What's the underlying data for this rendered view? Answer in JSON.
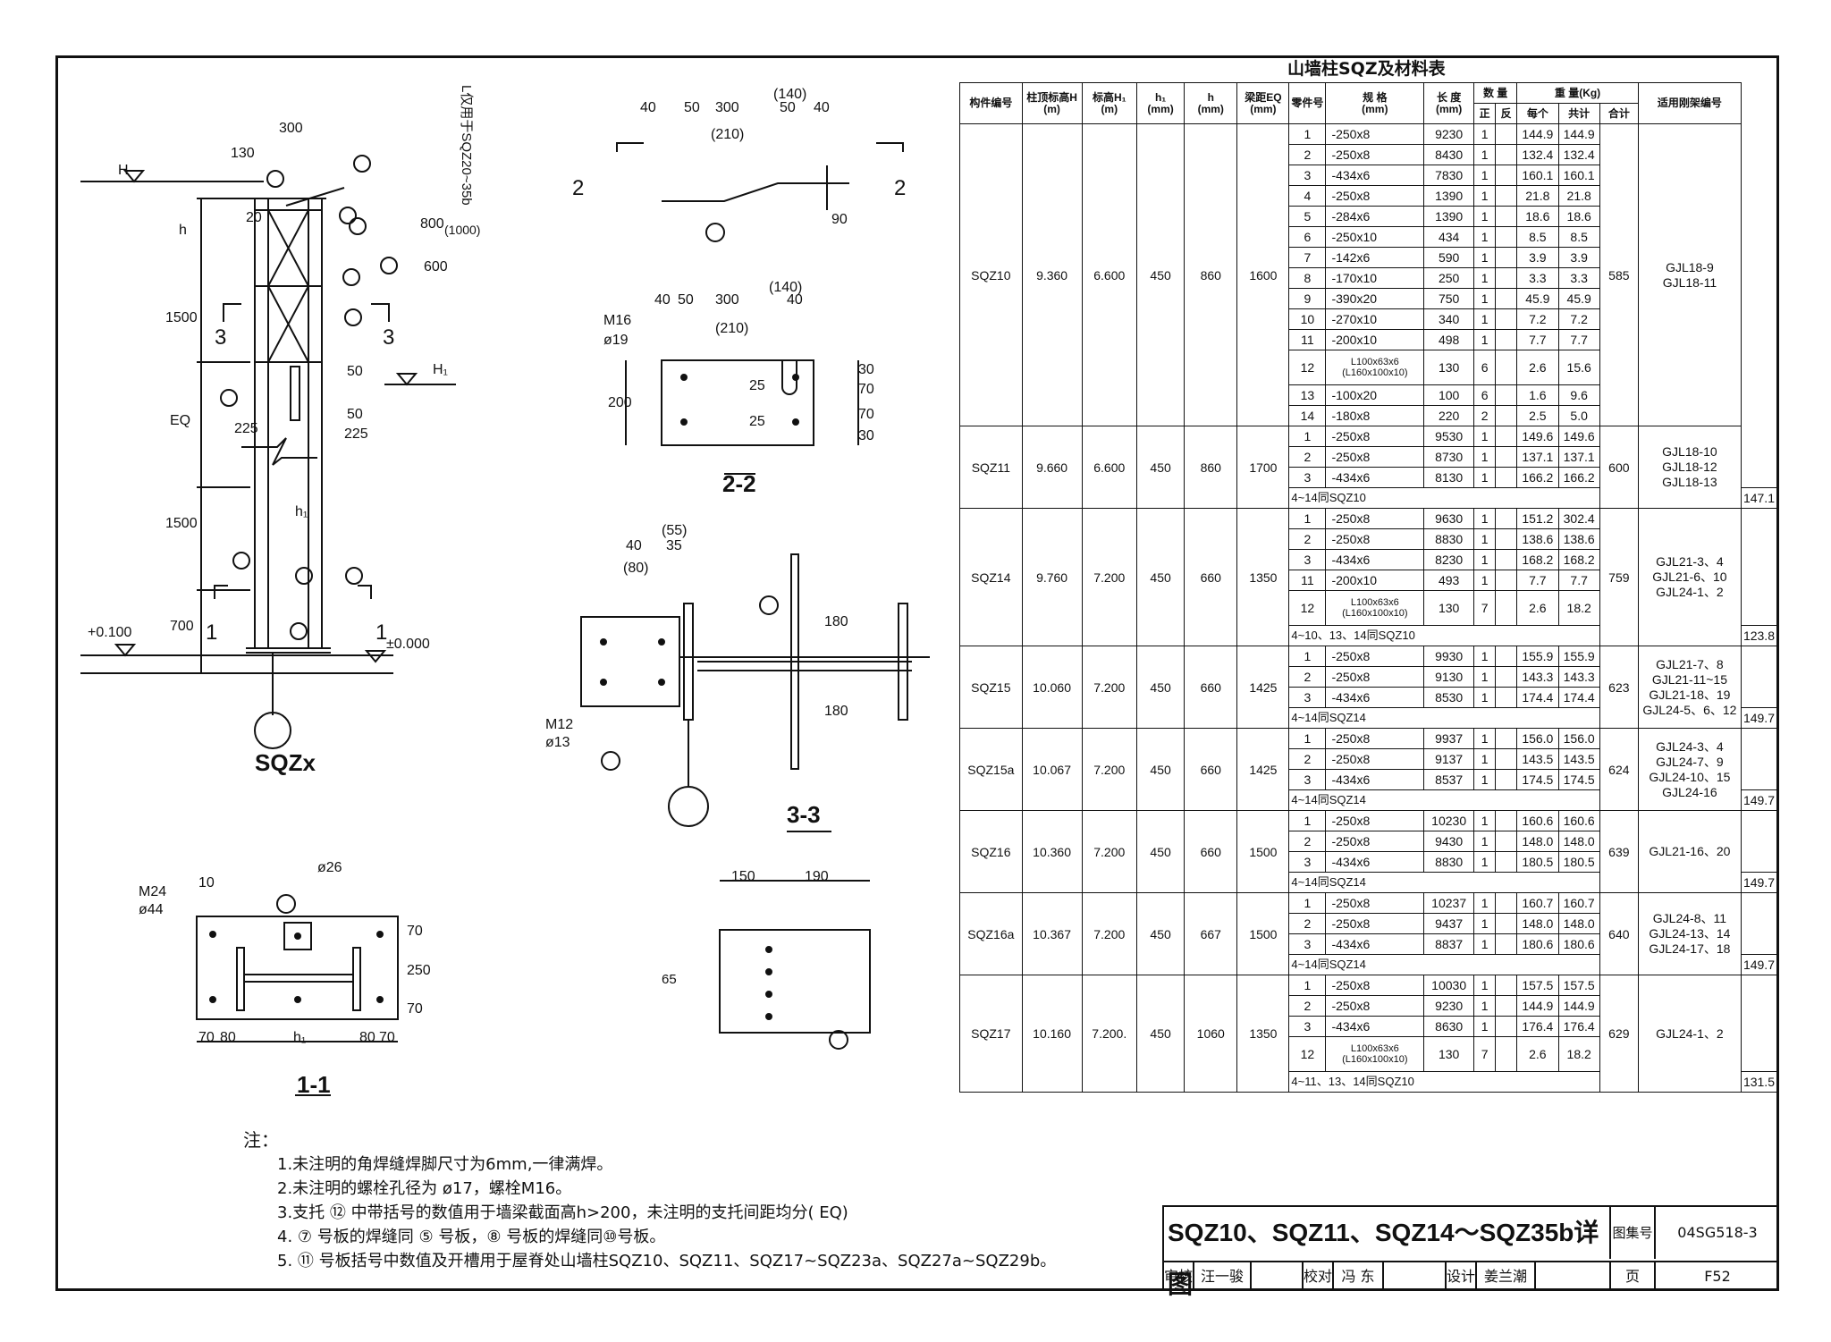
{
  "table": {
    "title": "山墙柱SQZ及材料表",
    "headers": {
      "member_no": "构件编号",
      "top_elev": "柱顶标高H",
      "top_elev_unit": "(m)",
      "h1_elev": "标高H₁",
      "h1_elev_unit": "(m)",
      "h1": "h₁",
      "h1_unit": "(mm)",
      "h": "h",
      "h_unit": "(mm)",
      "spacing": "梁距EQ",
      "spacing_unit": "(mm)",
      "part_no": "零件号",
      "spec": "规 格",
      "spec_unit": "(mm)",
      "length": "长 度",
      "length_unit": "(mm)",
      "qty": "数 量",
      "qty_pos": "正",
      "qty_neg": "反",
      "weight": "重 量(Kg)",
      "w_each": "每个",
      "w_total": "共计",
      "w_sum": "合计",
      "frame": "适用刚架编号"
    },
    "members": [
      {
        "id": "SQZ10",
        "H": "9.360",
        "H1": "6.600",
        "h1": "450",
        "h": "860",
        "eq": "1600",
        "sum": "585",
        "frames": [
          "GJL18-9",
          "GJL18-11"
        ],
        "rows": [
          {
            "no": "1",
            "spec": "-250x8",
            "len": "9230",
            "qty": "1",
            "each": "144.9",
            "total": "144.9"
          },
          {
            "no": "2",
            "spec": "-250x8",
            "len": "8430",
            "qty": "1",
            "each": "132.4",
            "total": "132.4"
          },
          {
            "no": "3",
            "spec": "-434x6",
            "len": "7830",
            "qty": "1",
            "each": "160.1",
            "total": "160.1"
          },
          {
            "no": "4",
            "spec": "-250x8",
            "len": "1390",
            "qty": "1",
            "each": "21.8",
            "total": "21.8"
          },
          {
            "no": "5",
            "spec": "-284x6",
            "len": "1390",
            "qty": "1",
            "each": "18.6",
            "total": "18.6"
          },
          {
            "no": "6",
            "spec": "-250x10",
            "len": "434",
            "qty": "1",
            "each": "8.5",
            "total": "8.5"
          },
          {
            "no": "7",
            "spec": "-142x6",
            "len": "590",
            "qty": "1",
            "each": "3.9",
            "total": "3.9"
          },
          {
            "no": "8",
            "spec": "-170x10",
            "len": "250",
            "qty": "1",
            "each": "3.3",
            "total": "3.3"
          },
          {
            "no": "9",
            "spec": "-390x20",
            "len": "750",
            "qty": "1",
            "each": "45.9",
            "total": "45.9"
          },
          {
            "no": "10",
            "spec": "-270x10",
            "len": "340",
            "qty": "1",
            "each": "7.2",
            "total": "7.2"
          },
          {
            "no": "11",
            "spec": "-200x10",
            "len": "498",
            "qty": "1",
            "each": "7.7",
            "total": "7.7"
          },
          {
            "no": "12",
            "spec": "L100x63x6",
            "spec2": "(L160x100x10)",
            "len": "130",
            "qty": "6",
            "each": "2.6",
            "total": "15.6"
          },
          {
            "no": "13",
            "spec": "-100x20",
            "len": "100",
            "qty": "6",
            "each": "1.6",
            "total": "9.6"
          },
          {
            "no": "14",
            "spec": "-180x8",
            "len": "220",
            "qty": "2",
            "each": "2.5",
            "total": "5.0"
          }
        ]
      },
      {
        "id": "SQZ11",
        "H": "9.660",
        "H1": "6.600",
        "h1": "450",
        "h": "860",
        "eq": "1700",
        "sum": "600",
        "frames": [
          "GJL18-10",
          "GJL18-12",
          "GJL18-13"
        ],
        "rows": [
          {
            "no": "1",
            "spec": "-250x8",
            "len": "9530",
            "qty": "1",
            "each": "149.6",
            "total": "149.6"
          },
          {
            "no": "2",
            "spec": "-250x8",
            "len": "8730",
            "qty": "1",
            "each": "137.1",
            "total": "137.1"
          },
          {
            "no": "3",
            "spec": "-434x6",
            "len": "8130",
            "qty": "1",
            "each": "166.2",
            "total": "166.2"
          }
        ],
        "note": "4~14同SQZ10",
        "note_total": "147.1"
      },
      {
        "id": "SQZ14",
        "H": "9.760",
        "H1": "7.200",
        "h1": "450",
        "h": "660",
        "eq": "1350",
        "sum": "759",
        "frames": [
          "GJL21-3、4",
          "GJL21-6、10",
          "GJL24-1、2"
        ],
        "rows": [
          {
            "no": "1",
            "spec": "-250x8",
            "len": "9630",
            "qty": "1",
            "each": "151.2",
            "total": "302.4"
          },
          {
            "no": "2",
            "spec": "-250x8",
            "len": "8830",
            "qty": "1",
            "each": "138.6",
            "total": "138.6"
          },
          {
            "no": "3",
            "spec": "-434x6",
            "len": "8230",
            "qty": "1",
            "each": "168.2",
            "total": "168.2"
          },
          {
            "no": "11",
            "spec": "-200x10",
            "len": "493",
            "qty": "1",
            "each": "7.7",
            "total": "7.7"
          },
          {
            "no": "12",
            "spec": "L100x63x6",
            "spec2": "(L160x100x10)",
            "len": "130",
            "qty": "7",
            "each": "2.6",
            "total": "18.2"
          }
        ],
        "note": "4~10、13、14同SQZ10",
        "note_total": "123.8"
      },
      {
        "id": "SQZ15",
        "H": "10.060",
        "H1": "7.200",
        "h1": "450",
        "h": "660",
        "eq": "1425",
        "sum": "623",
        "frames": [
          "GJL21-7、8",
          "GJL21-11~15",
          "GJL21-18、19",
          "GJL24-5、6、12"
        ],
        "rows": [
          {
            "no": "1",
            "spec": "-250x8",
            "len": "9930",
            "qty": "1",
            "each": "155.9",
            "total": "155.9"
          },
          {
            "no": "2",
            "spec": "-250x8",
            "len": "9130",
            "qty": "1",
            "each": "143.3",
            "total": "143.3"
          },
          {
            "no": "3",
            "spec": "-434x6",
            "len": "8530",
            "qty": "1",
            "each": "174.4",
            "total": "174.4"
          }
        ],
        "note": "4~14同SQZ14",
        "note_total": "149.7"
      },
      {
        "id": "SQZ15a",
        "H": "10.067",
        "H1": "7.200",
        "h1": "450",
        "h": "660",
        "eq": "1425",
        "sum": "624",
        "frames": [
          "GJL24-3、4",
          "GJL24-7、9",
          "GJL24-10、15",
          "GJL24-16"
        ],
        "rows": [
          {
            "no": "1",
            "spec": "-250x8",
            "len": "9937",
            "qty": "1",
            "each": "156.0",
            "total": "156.0"
          },
          {
            "no": "2",
            "spec": "-250x8",
            "len": "9137",
            "qty": "1",
            "each": "143.5",
            "total": "143.5"
          },
          {
            "no": "3",
            "spec": "-434x6",
            "len": "8537",
            "qty": "1",
            "each": "174.5",
            "total": "174.5"
          }
        ],
        "note": "4~14同SQZ14",
        "note_total": "149.7"
      },
      {
        "id": "SQZ16",
        "H": "10.360",
        "H1": "7.200",
        "h1": "450",
        "h": "660",
        "eq": "1500",
        "sum": "639",
        "frames": [
          "GJL21-16、20"
        ],
        "rows": [
          {
            "no": "1",
            "spec": "-250x8",
            "len": "10230",
            "qty": "1",
            "each": "160.6",
            "total": "160.6"
          },
          {
            "no": "2",
            "spec": "-250x8",
            "len": "9430",
            "qty": "1",
            "each": "148.0",
            "total": "148.0"
          },
          {
            "no": "3",
            "spec": "-434x6",
            "len": "8830",
            "qty": "1",
            "each": "180.5",
            "total": "180.5"
          }
        ],
        "note": "4~14同SQZ14",
        "note_total": "149.7"
      },
      {
        "id": "SQZ16a",
        "H": "10.367",
        "H1": "7.200",
        "h1": "450",
        "h": "667",
        "eq": "1500",
        "sum": "640",
        "frames": [
          "GJL24-8、11",
          "GJL24-13、14",
          "GJL24-17、18"
        ],
        "rows": [
          {
            "no": "1",
            "spec": "-250x8",
            "len": "10237",
            "qty": "1",
            "each": "160.7",
            "total": "160.7"
          },
          {
            "no": "2",
            "spec": "-250x8",
            "len": "9437",
            "qty": "1",
            "each": "148.0",
            "total": "148.0"
          },
          {
            "no": "3",
            "spec": "-434x6",
            "len": "8837",
            "qty": "1",
            "each": "180.6",
            "total": "180.6"
          }
        ],
        "note": "4~14同SQZ14",
        "note_total": "149.7"
      },
      {
        "id": "SQZ17",
        "H": "10.160",
        "H1": "7.200.",
        "h1": "450",
        "h": "1060",
        "eq": "1350",
        "sum": "629",
        "frames": [
          "GJL24-1、2"
        ],
        "rows": [
          {
            "no": "1",
            "spec": "-250x8",
            "len": "10030",
            "qty": "1",
            "each": "157.5",
            "total": "157.5"
          },
          {
            "no": "2",
            "spec": "-250x8",
            "len": "9230",
            "qty": "1",
            "each": "144.9",
            "total": "144.9"
          },
          {
            "no": "3",
            "spec": "-434x6",
            "len": "8630",
            "qty": "1",
            "each": "176.4",
            "total": "176.4"
          },
          {
            "no": "12",
            "spec": "L100x63x6",
            "spec2": "(L160x100x10)",
            "len": "130",
            "qty": "7",
            "each": "2.6",
            "total": "18.2"
          }
        ],
        "note": "4~11、13、14同SQZ10",
        "note_total": "131.5"
      }
    ]
  },
  "drawing": {
    "elev_label": "SQZx",
    "sec11": "1-1",
    "sec22": "2-2",
    "sec33": "3-3",
    "side_note": "L仅用于SQZ20~35b",
    "labels": {
      "H": "H",
      "H1": "H₁",
      "h": "h",
      "h1": "h₁",
      "eq": "EQ",
      "plus0100": "+0.100",
      "pm0000": "±0.000",
      "d300": "300",
      "d130": "130",
      "d20": "20",
      "d800": "800",
      "d1000": "(1000)",
      "d10": "10",
      "d600": "600",
      "d1500": "1500",
      "d50": "50",
      "d225": "225",
      "d700": "700",
      "m16": "M16",
      "phi19": "ø19",
      "m24": "M24",
      "phi44": "ø44",
      "phi26": "ø26",
      "m12": "M12",
      "phi13": "ø13",
      "d40": "40",
      "d140": "(140)",
      "d210": "(210)",
      "d90": "90",
      "d200": "200",
      "d25": "25",
      "d30": "30",
      "d70": "70",
      "d55": "(55)",
      "d35": "35",
      "d80p": "(80)",
      "d180": "180",
      "d150": "150",
      "d190": "190",
      "d250": "250",
      "d65": "65",
      "d80": "80",
      "sec2": "2",
      "sec3": "3",
      "sec1": "1"
    }
  },
  "notes": {
    "heading": "注：",
    "items": [
      "1.未注明的角焊缝焊脚尺寸为6mm,一律满焊。",
      "2.未注明的螺栓孔径为 ø17，螺栓M16。",
      "3.支托 ⑫ 中带括号的数值用于墙梁截面高h>200，未注明的支托间距均分( EQ)",
      "4. ⑦ 号板的焊缝同 ⑤ 号板，⑧ 号板的焊缝同⑩号板。",
      "5. ⑪ 号板括号中数值及开槽用于屋脊处山墙柱SQZ10、SQZ11、SQZ17~SQZ23a、SQZ27a~SQZ29b。"
    ]
  },
  "titleblock": {
    "name": "SQZ10、SQZ11、SQZ14～SQZ35b详图",
    "atlas_label": "图集号",
    "atlas_no": "04SG518-3",
    "review": "审核",
    "reviewer": "汪一骏",
    "check": "校对",
    "checker": "冯 东",
    "design": "设计",
    "designer": "姜兰潮",
    "page_label": "页",
    "page_no": "F52"
  }
}
